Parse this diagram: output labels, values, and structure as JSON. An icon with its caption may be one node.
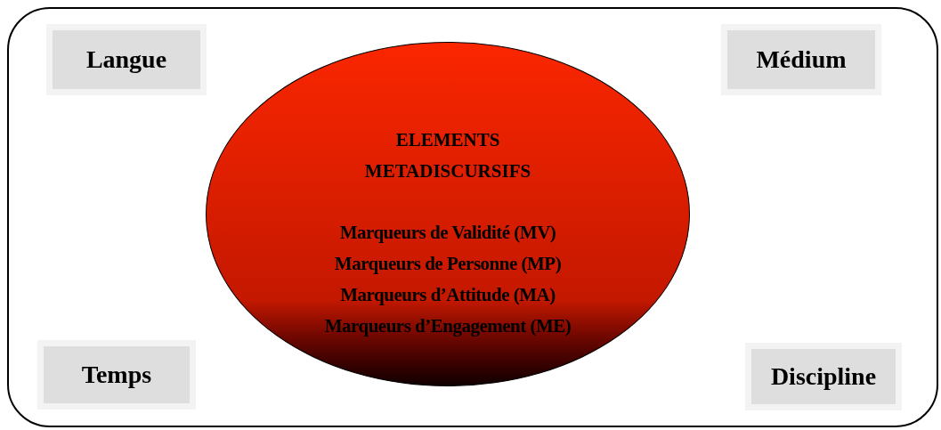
{
  "diagram": {
    "nodes": [
      {
        "text": [],
        "shape": "box"
      },
      {
        "text": [
          "Langue"
        ],
        "in": 0
      },
      {
        "text": [
          "Médium"
        ],
        "in": 0
      },
      {
        "text": [
          "ELEMENTS METADISCURSIFS",
          "Marqueurs de Validité (MV)",
          "Marqueurs de Personne (MP)",
          "Marqueurs d’Attitude (MA)",
          "Marqueurs d’Engagement (ME)"
        ],
        "in": 0
      },
      {
        "text": [
          "Temps"
        ],
        "in": 0
      },
      {
        "text": [
          "Discipline"
        ],
        "in": 0
      }
    ]
  }
}
